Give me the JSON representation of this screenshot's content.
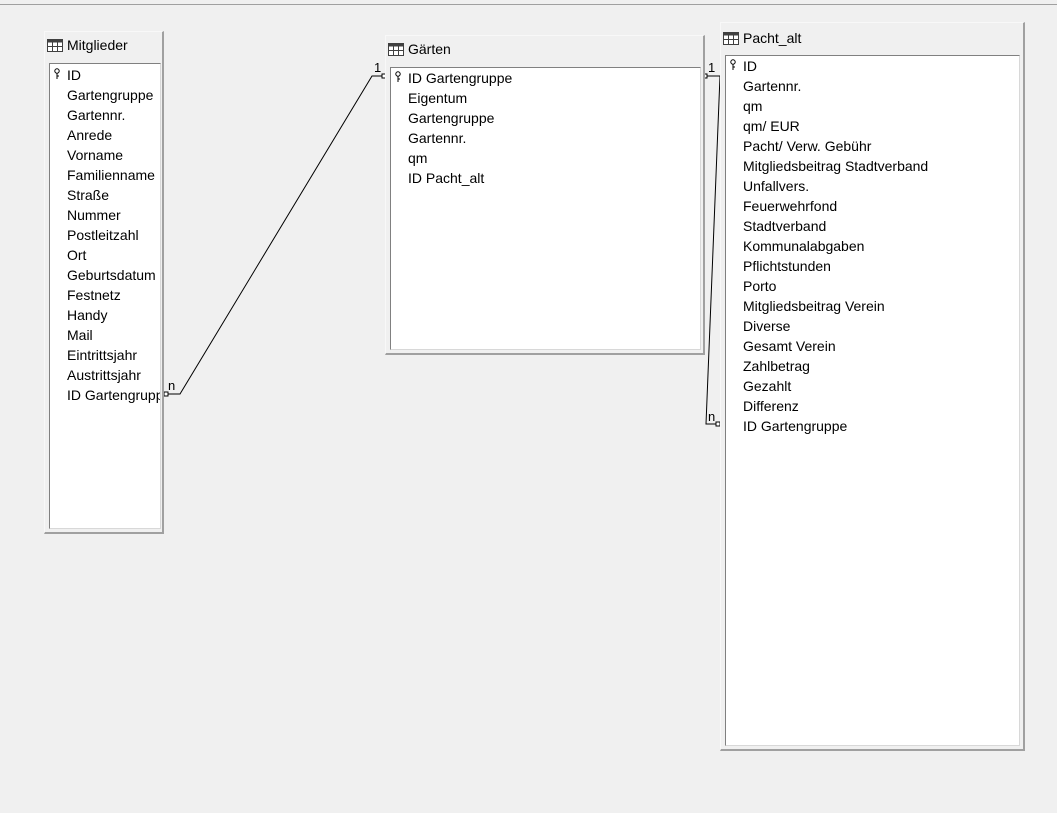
{
  "tables": [
    {
      "name": "Mitglieder",
      "fields": [
        "ID",
        "Gartengruppe",
        "Gartennr.",
        "Anrede",
        "Vorname",
        "Familienname",
        "Straße",
        "Nummer",
        "Postleitzahl",
        "Ort",
        "Geburtsdatum",
        "Festnetz",
        "Handy",
        "Mail",
        "Eintrittsjahr",
        "Austrittsjahr",
        "ID Gartengruppe"
      ]
    },
    {
      "name": "Gärten",
      "fields": [
        "ID Gartengruppe",
        "Eigentum",
        "Gartengruppe",
        "Gartennr.",
        "qm",
        "ID Pacht_alt"
      ]
    },
    {
      "name": "Pacht_alt",
      "fields": [
        "ID",
        "Gartennr.",
        "qm",
        "qm/ EUR",
        "Pacht/ Verw. Gebühr",
        "Mitgliedsbeitrag Stadtverband",
        "Unfallvers.",
        "Feuerwehrfond",
        "Stadtverband",
        "Kommunalabgaben",
        "Pflichtstunden",
        "Porto",
        "Mitgliedsbeitrag Verein",
        "Diverse",
        "Gesamt Verein",
        "Zahlbetrag",
        "Gezahlt",
        "Differenz",
        "ID Gartengruppe"
      ]
    }
  ],
  "relations": [
    {
      "from": "Gärten",
      "to": "Mitglieder",
      "one_label": "1",
      "many_label": "n"
    },
    {
      "from": "Pacht_alt",
      "to": "Gärten",
      "one_label": "1",
      "many_label": "n"
    }
  ]
}
